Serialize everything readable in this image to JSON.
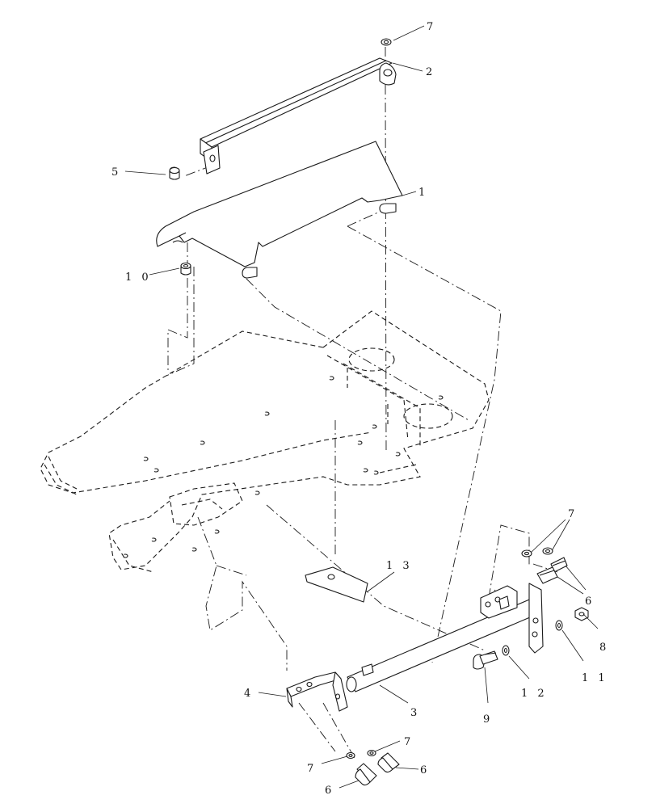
{
  "callouts": {
    "c1": "1",
    "c2": "2",
    "c3": "3",
    "c4": "4",
    "c5": "5",
    "c6a": "6",
    "c6b": "6",
    "c6c": "6",
    "c7a": "7",
    "c7b": "7",
    "c7c": "7",
    "c7d": "7",
    "c8": "8",
    "c9": "9",
    "c10": "1 0",
    "c11": "1 1",
    "c12": "1 2",
    "c13": "1 3"
  },
  "colors": {
    "ink": "#1a1a1a",
    "background": "#ffffff"
  }
}
